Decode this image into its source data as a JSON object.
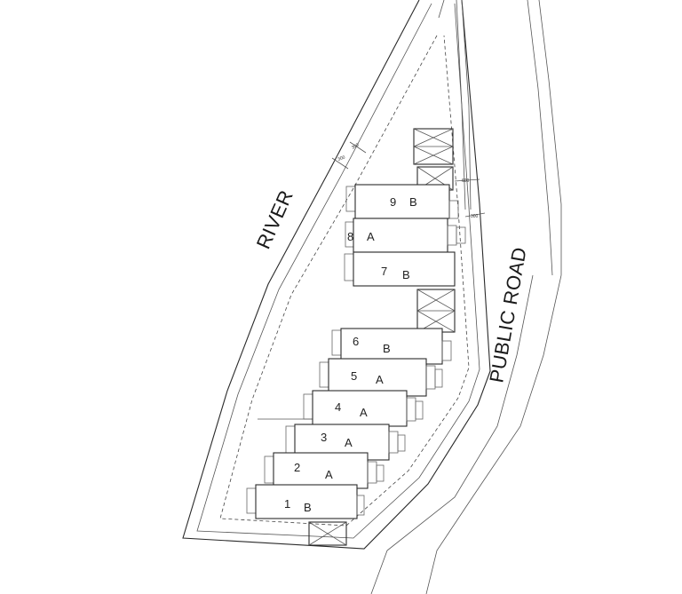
{
  "labels": {
    "river": "RIVER",
    "public_road": "PUBLIC ROAD"
  },
  "dimensions": [
    "300",
    "300",
    "600",
    "300"
  ],
  "units": [
    {
      "number": "1",
      "type": "B"
    },
    {
      "number": "2",
      "type": "A"
    },
    {
      "number": "3",
      "type": "A"
    },
    {
      "number": "4",
      "type": "A"
    },
    {
      "number": "5",
      "type": "A"
    },
    {
      "number": "6",
      "type": "B"
    },
    {
      "number": "7",
      "type": "B"
    },
    {
      "number": "8",
      "type": "A"
    },
    {
      "number": "9",
      "type": "B"
    }
  ]
}
